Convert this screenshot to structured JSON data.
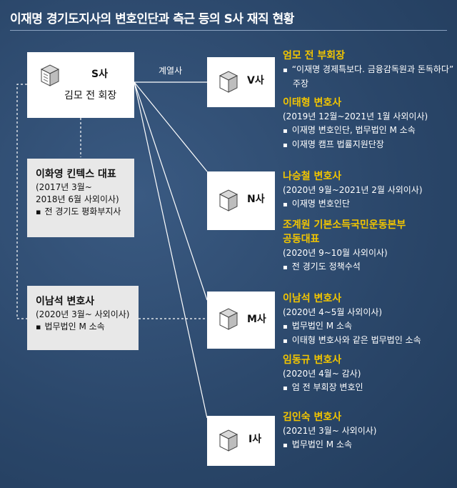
{
  "title": "이재명 경기도지사의 변호인단과 측근 등의 S사 재직 현황",
  "link_label": "계열사",
  "parent": {
    "name": "S사",
    "chair": "김모 전 회장"
  },
  "subsidiaries": [
    {
      "name": "V사"
    },
    {
      "name": "N사"
    },
    {
      "name": "M사"
    },
    {
      "name": "I사"
    }
  ],
  "left_boxes": [
    {
      "head": "이화영 킨텍스 대표",
      "lines": [
        "(2017년 3월~",
        " 2018년 6월 사외이사)"
      ],
      "bullets": [
        "전 경기도 평화부지사"
      ]
    },
    {
      "head": "이남석 변호사",
      "lines": [
        "(2020년 3월~ 사외이사)"
      ],
      "bullets": [
        "법무법인 M 소속"
      ]
    }
  ],
  "people": [
    {
      "name": "엄모 전 부회장",
      "sub": [],
      "bullets": [],
      "quote": "“이재명 경제특보다. 금융감독원과 돈독하다” 주장"
    },
    {
      "name": "이태형 변호사",
      "sub": [
        "(2019년 12월~2021년 1월 사외이사)"
      ],
      "bullets": [
        "이재명 변호인단, 법무법인 M 소속",
        "이재명 캠프 법률지원단장"
      ]
    },
    {
      "name": "나승철 변호사",
      "sub": [
        "(2020년 9월~2021년 2월 사외이사)"
      ],
      "bullets": [
        "이재명 변호인단"
      ]
    },
    {
      "name": "조계원 기본소득국민운동본부",
      "name2": "공동대표",
      "sub": [
        "(2020년 9~10월 사외이사)"
      ],
      "bullets": [
        "전 경기도 정책수석"
      ]
    },
    {
      "name": "이남석 변호사",
      "sub": [
        "(2020년 4~5월 사외이사)"
      ],
      "bullets": [
        "법무법인 M 소속",
        "이태형 변호사와 같은 법무법인 소속"
      ]
    },
    {
      "name": "임동규 변호사",
      "sub": [
        "(2020년 4월~ 감사)"
      ],
      "bullets": [
        "엄 전 부회장 변호인"
      ]
    },
    {
      "name": "김인숙 변호사",
      "sub": [
        "(2021년 3월~ 사외이사)"
      ],
      "bullets": [
        "법무법인 M 소속"
      ]
    }
  ],
  "colors": {
    "background": "#2c4a70",
    "highlight": "#f2c500",
    "box": "#ffffff",
    "grey_box": "#e8e8e8"
  }
}
